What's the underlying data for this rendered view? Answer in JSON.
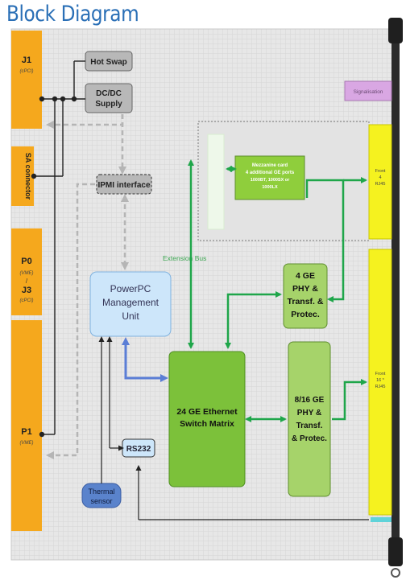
{
  "title": "Block Diagram",
  "colors": {
    "accent": "#2a6fb6",
    "connector": "#f5a81d",
    "front_panel": "#f5f21f",
    "green_box": "#7cc13a",
    "phy_box": "#a6d36a",
    "mezz_box": "#8fce3c",
    "blue_box": "#cde6fa",
    "signal_box": "#d9a7e3",
    "sensor_box": "#5a83cc",
    "arrow_green": "#1fa64a",
    "arrow_blue": "#5b7ed6",
    "dashed_gray": "#b0b0b0"
  },
  "connectors": {
    "j1": {
      "title": "J1",
      "sub": "(cPCI)"
    },
    "sa": {
      "title": "SA connector"
    },
    "p0": {
      "line1": "P0",
      "line2": "(VME)",
      "line3": "/",
      "line4": "J3",
      "line5": "(cPCI)"
    },
    "p1": {
      "title": "P1",
      "sub": "(VME)"
    }
  },
  "blocks": {
    "hot_swap": "Hot Swap",
    "dcdc": {
      "line1": "DC/DC",
      "line2": "Supply"
    },
    "ipmi": "IPMI interface",
    "powerpc": {
      "line1": "PowerPC",
      "line2": "Management",
      "line3": "Unit"
    },
    "rs232": "RS232",
    "thermal": {
      "line1": "Thermal",
      "line2": "sensor"
    },
    "switch": {
      "line1": "24 GE Ethernet",
      "line2": "Switch Matrix"
    },
    "phy4": {
      "line1": "4 GE",
      "line2": "PHY &",
      "line3": "Transf. &",
      "line4": "Protec."
    },
    "phy816": {
      "line1": "8/16 GE",
      "line2": "PHY &",
      "line3": "Transf.",
      "line4": "& Protec."
    },
    "mezzanine": {
      "line1": "Mezzanine card",
      "line2": "4 additional GE ports",
      "line3": "1000BT, 1000SX or",
      "line4": "1000LX"
    },
    "signalisation": "Signalisation",
    "front4": {
      "line1": "Front",
      "line2": "4",
      "line3": "RJ45"
    },
    "front16": {
      "line1": "Front",
      "line2": "16 *",
      "line3": "RJ45"
    },
    "extension_bus": "Extension Bus"
  }
}
